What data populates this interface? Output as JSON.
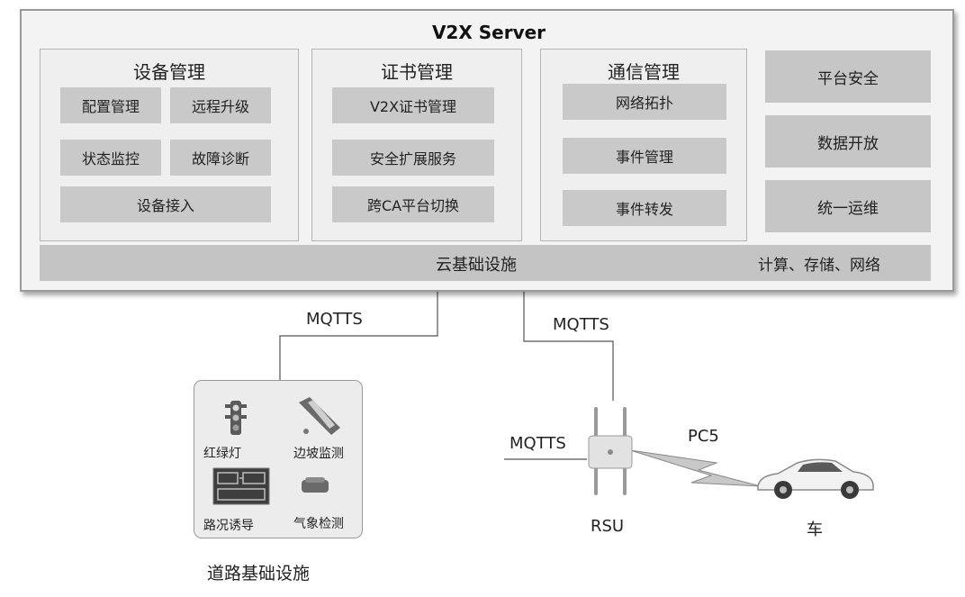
{
  "server": {
    "title": "V2X Server",
    "cloud_label": "云基础设施",
    "cloud_note": "计算、存储、网络",
    "device_mgmt": {
      "title": "设备管理",
      "items": [
        "配置管理",
        "远程升级",
        "状态监控",
        "故障诊断",
        "设备接入"
      ]
    },
    "cert_mgmt": {
      "title": "证书管理",
      "items": [
        "V2X证书管理",
        "安全扩展服务",
        "跨CA平台切换"
      ]
    },
    "comm_mgmt": {
      "title": "通信管理",
      "items": [
        "网络拓扑",
        "事件管理",
        "事件转发"
      ]
    },
    "side_items": [
      "平台安全",
      "数据开放",
      "统一运维"
    ]
  },
  "links": {
    "mqtts_left": "MQTTS",
    "mqtts_mid": "MQTTS",
    "mqtts_rsu": "MQTTS",
    "pc5": "PC5"
  },
  "road": {
    "items": [
      "红绿灯",
      "边坡监测",
      "路况诱导",
      "气象检测"
    ],
    "caption": "道路基础设施"
  },
  "rsu_label": "RSU",
  "car_label": "车"
}
